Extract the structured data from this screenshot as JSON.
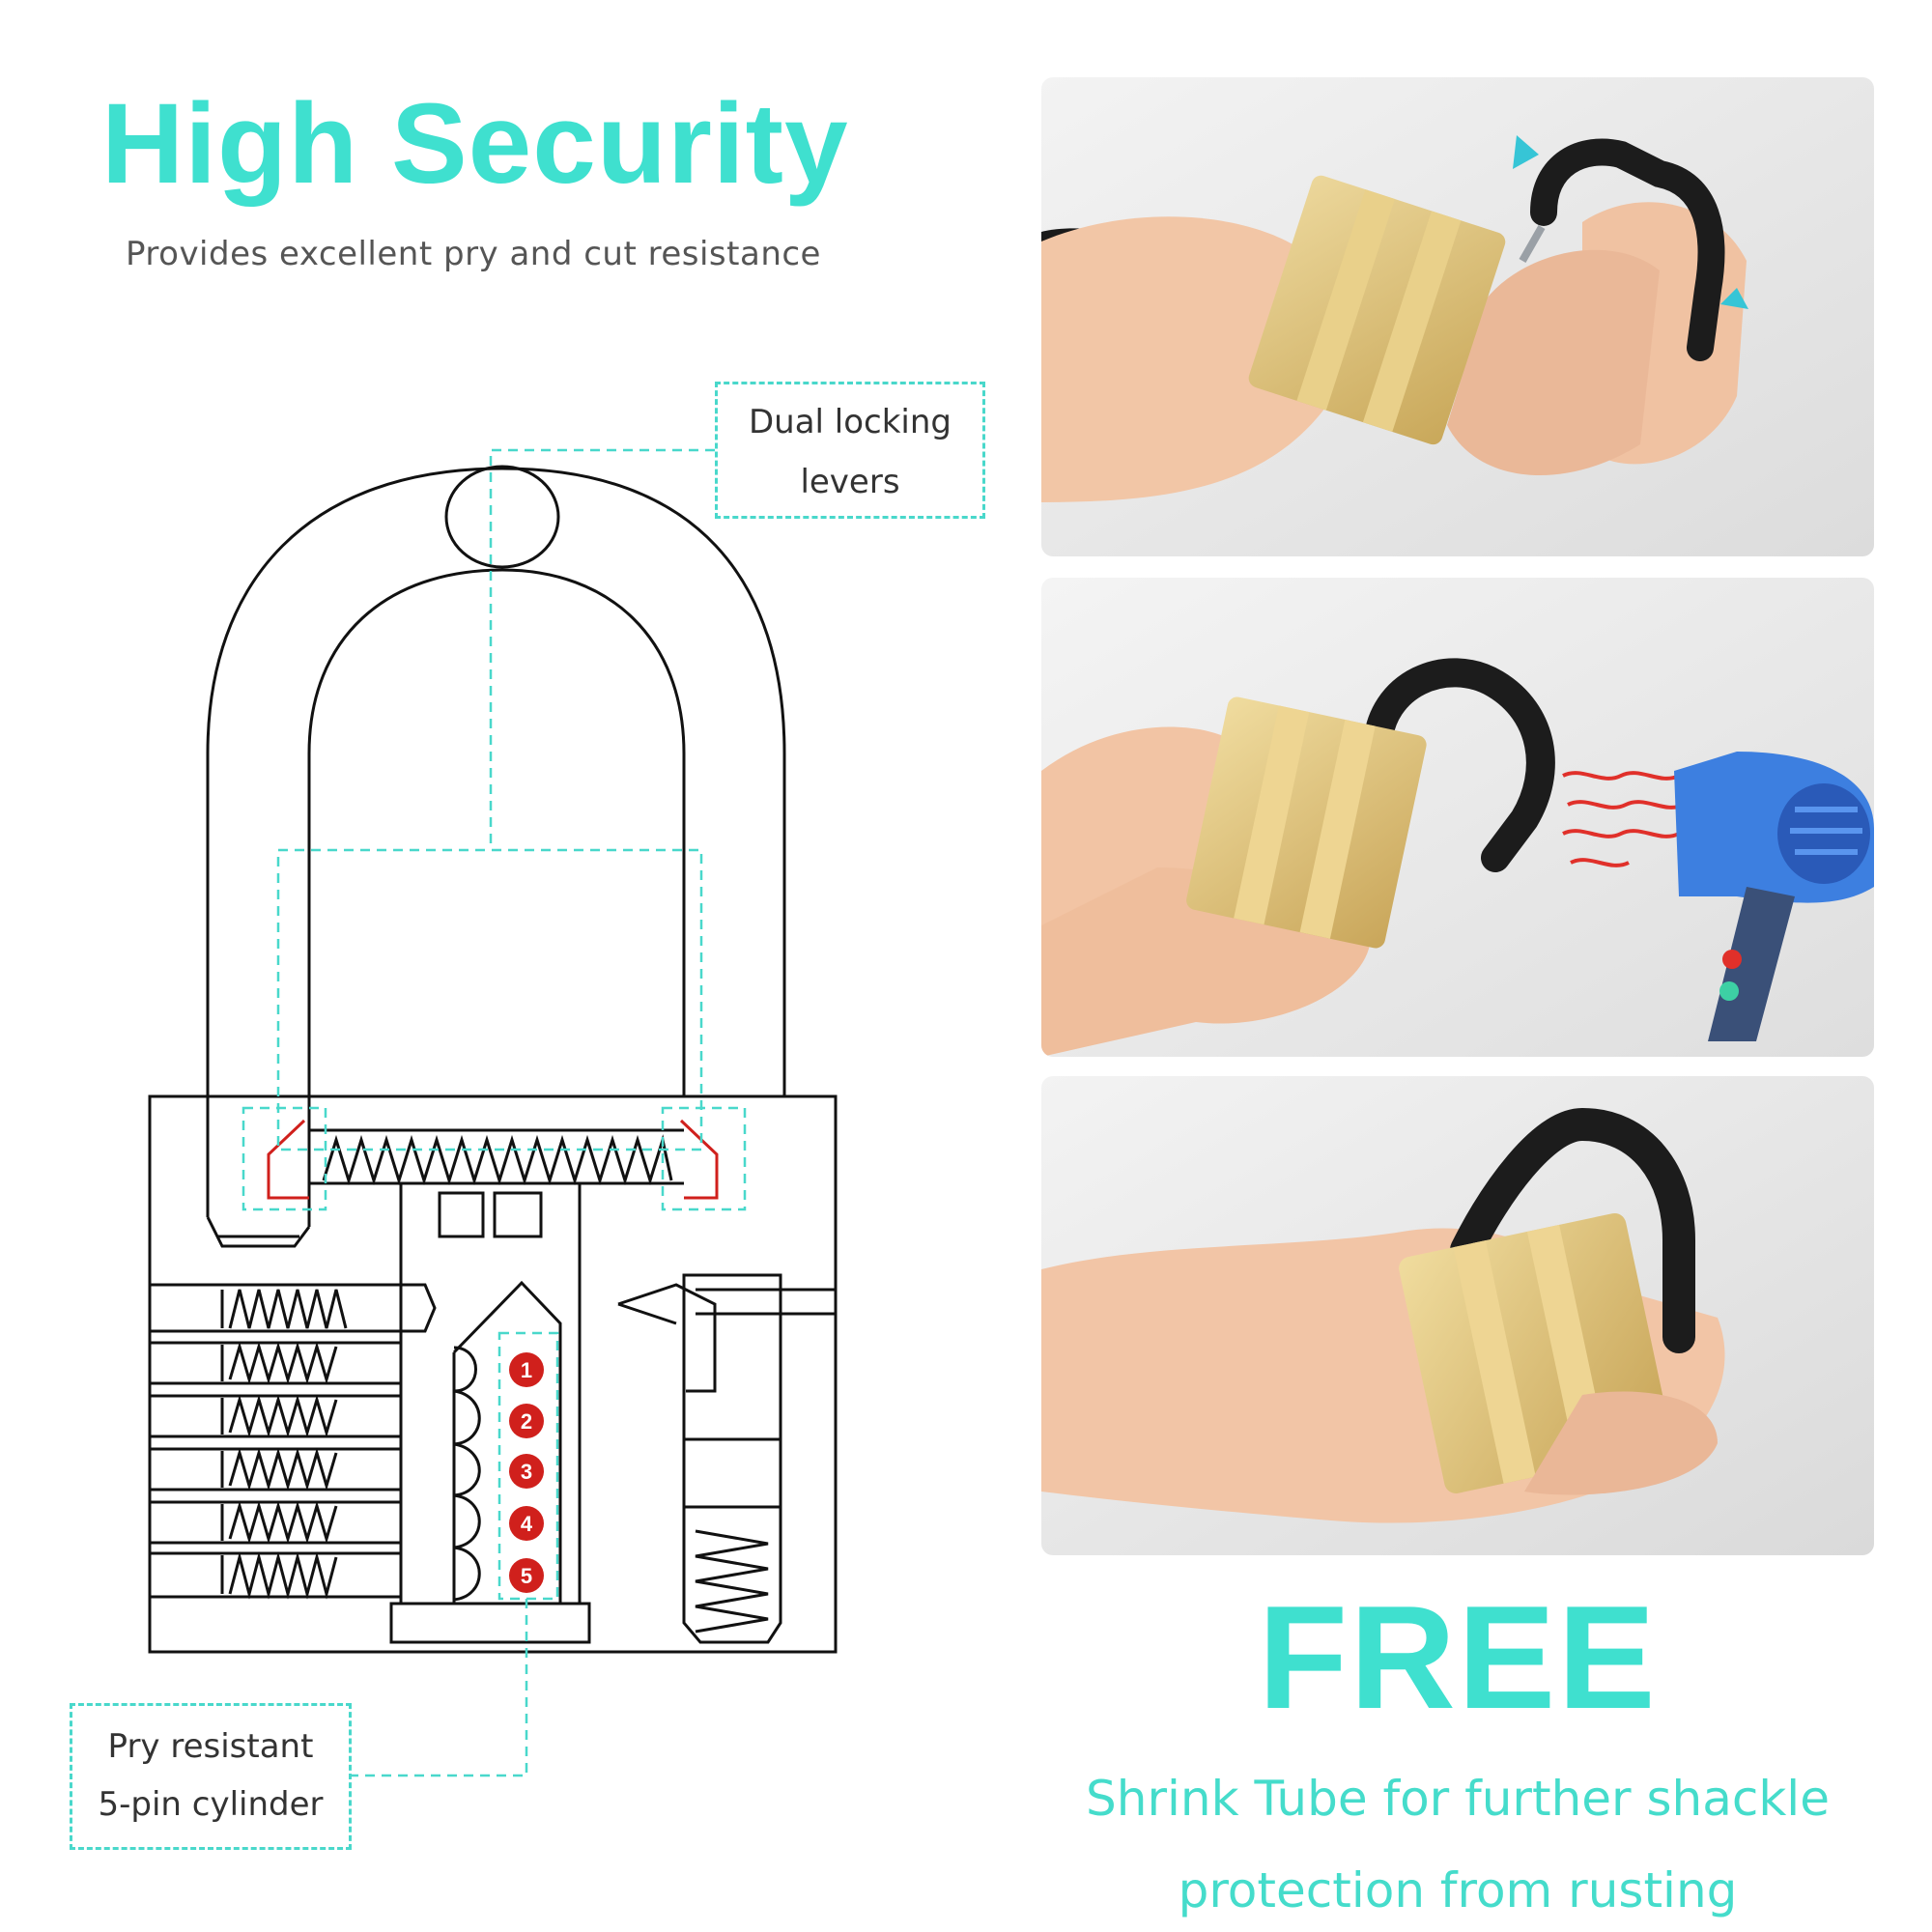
{
  "headline": "High Security",
  "subheadline": "Provides excellent pry and cut resistance",
  "callouts": {
    "top_line1": "Dual locking",
    "top_line2": "levers",
    "bottom_line1": "Pry resistant",
    "bottom_line2": "5-pin cylinder"
  },
  "pin_numbers": [
    "1",
    "2",
    "3",
    "4",
    "5"
  ],
  "promo": {
    "title": "FREE",
    "line1": "Shrink Tube for further shackle",
    "line2": "protection from rusting"
  },
  "colors": {
    "accent": "#3fe0cf",
    "dashed_lines": "#49d8cb",
    "lever_red": "#d0201c",
    "brass": "#d8bd72",
    "dryer_blue": "#3d7fe0"
  }
}
